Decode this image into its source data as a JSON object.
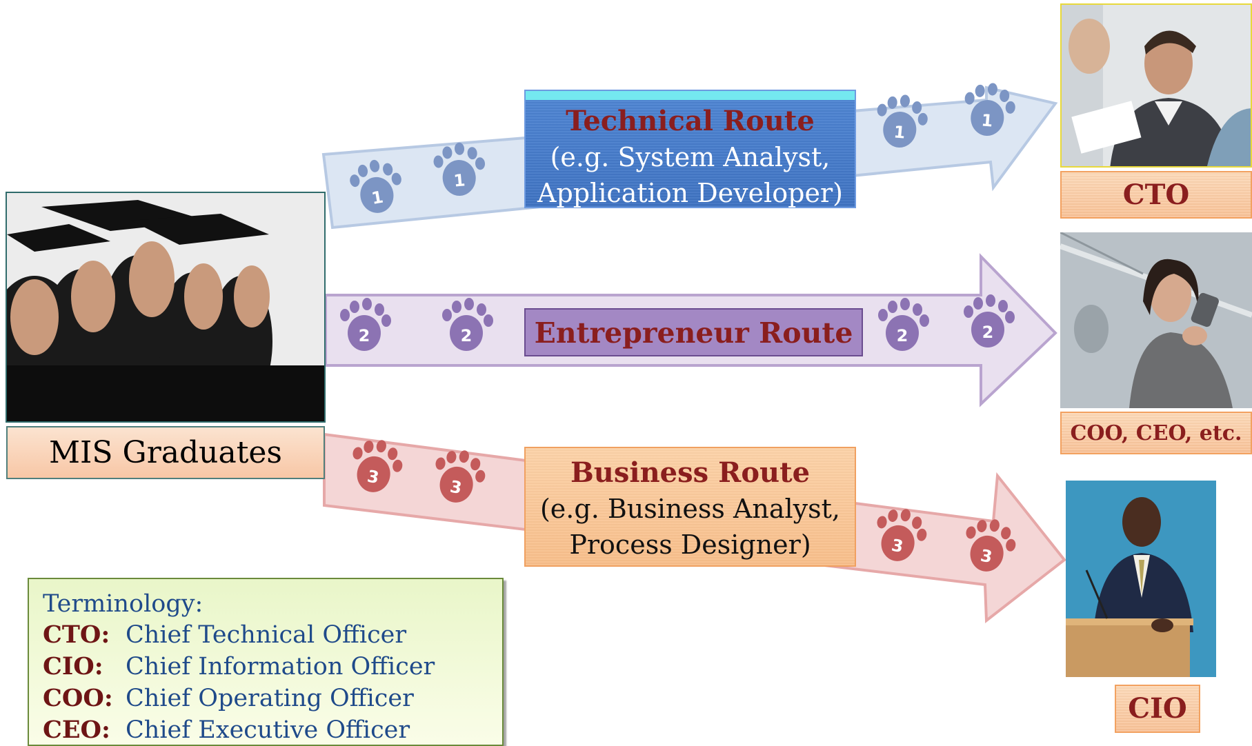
{
  "graduates": {
    "label": "MIS Graduates"
  },
  "routes": {
    "technical": {
      "title": "Technical Route",
      "line1": "(e.g. System Analyst,",
      "line2": "Application Developer)",
      "step": "1",
      "color": "#7c95c4"
    },
    "entrepreneur": {
      "title": "Entrepreneur Route",
      "step": "2",
      "color": "#8c73b3"
    },
    "business": {
      "title": "Business Route",
      "line1": "(e.g. Business Analyst,",
      "line2": "Process Designer)",
      "step": "3",
      "color": "#c45b5b"
    }
  },
  "destinations": {
    "cto": {
      "label": "CTO"
    },
    "coo": {
      "label": "COO, CEO, etc."
    },
    "cio": {
      "label": "CIO"
    }
  },
  "terminology": {
    "heading": "Terminology:",
    "items": [
      {
        "abbr": "CTO:",
        "full": "Chief Technical Officer"
      },
      {
        "abbr": "CIO:",
        "full": "Chief Information Officer"
      },
      {
        "abbr": "COO:",
        "full": "Chief Operating Officer"
      },
      {
        "abbr": "CEO:",
        "full": "Chief Executive Officer"
      }
    ]
  }
}
